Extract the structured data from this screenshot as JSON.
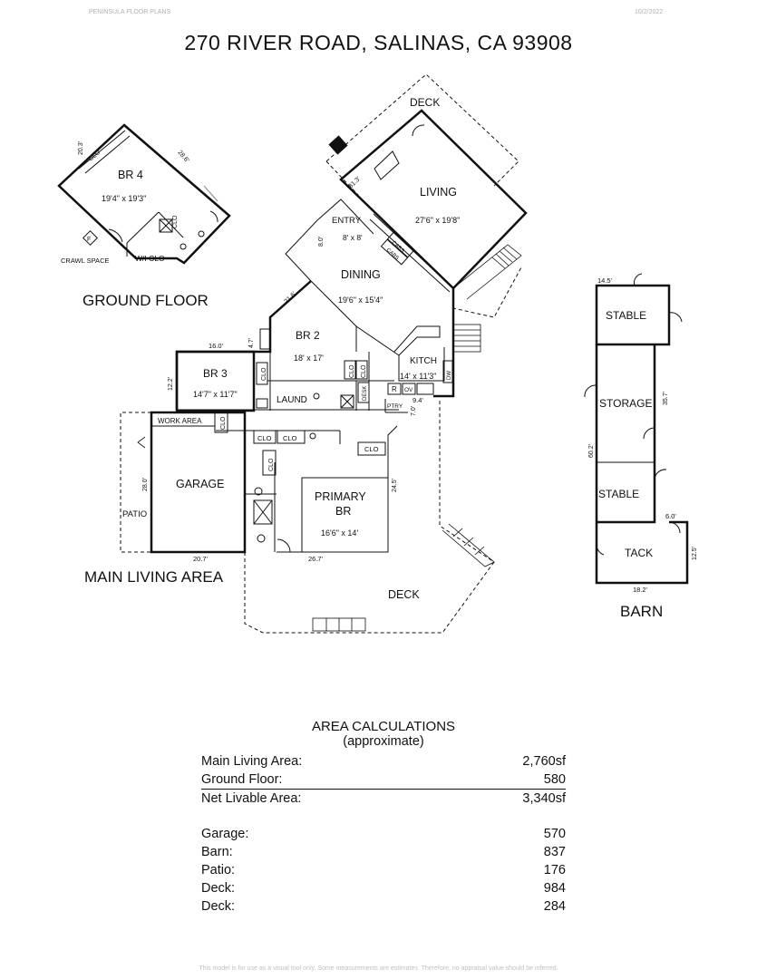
{
  "header": {
    "company": "PENINSULA FLOOR PLANS",
    "date": "10/2/2022",
    "title": "270 RIVER ROAD, SALINAS, CA  93908"
  },
  "plan": {
    "ground_floor": {
      "label": "GROUND FLOOR",
      "room_name": "BR 4",
      "room_dims": "19'4\" x 19'3\"",
      "clo1": "CLO",
      "clo2": "CLO",
      "wi_clo": "W/I CLO",
      "crawl": "CRAWL SPACE",
      "f_symbol": "F",
      "dim_top": "20.3'",
      "dim_right": "28.6'"
    },
    "main": {
      "label": "MAIN LIVING AREA",
      "deck_top": "DECK",
      "living": "LIVING",
      "living_dims": "27'6\" x 19'8\"",
      "dim_313": "31.3'",
      "entry": "ENTRY",
      "entry_dims": "8' x 8'",
      "dim_80": "8.0'",
      "cabs1": "CABS",
      "cabs2": "CABS",
      "dining": "DINING",
      "dining_dims": "19'6\" x 15'4\"",
      "dim_216": "21.6'",
      "br2": "BR 2",
      "br2_dims": "18' x 17'",
      "dim_47": "4.7'",
      "dim_160": "16.0'",
      "br3": "BR 3",
      "br3_dims": "14'7\" x 11'7\"",
      "dim_122": "12.2'",
      "clo_br3": "CLO",
      "clo_br2a": "CLO",
      "clo_br2b": "CLO",
      "laund": "LAUND",
      "desk": "DESK",
      "kitch": "KITCH",
      "kitch_dims": "14' x 11'3\"",
      "r": "R",
      "ov": "OV",
      "dw": "DW",
      "ptry": "PTRY",
      "dim_94": "9.4'",
      "dim_70": "7.0'",
      "work_area": "WORK AREA",
      "clo_wa": "CLO",
      "clo_h1": "CLO",
      "clo_h2": "CLO",
      "clo_h3": "CLO",
      "clo_v": "CLO",
      "garage": "GARAGE",
      "dim_280": "28.0'",
      "patio": "PATIO",
      "dim_207": "20.7'",
      "primary": "PRIMARY",
      "br": "BR",
      "primary_dims": "16'6\" x 14'",
      "dim_245": "24.5'",
      "dim_267": "26.7'",
      "deck_bottom": "DECK"
    },
    "barn": {
      "label": "BARN",
      "stable1": "STABLE",
      "storage": "STORAGE",
      "stable2": "STABLE",
      "tack": "TACK",
      "dim_145": "14.5'",
      "dim_357": "35.7'",
      "dim_602": "60.2'",
      "dim_60": "6.0'",
      "dim_125": "12.5'",
      "dim_182": "18.2'"
    }
  },
  "area_calculations": {
    "title": "AREA CALCULATIONS",
    "subtitle": "(approximate)",
    "rows": [
      {
        "label": "Main Living Area:",
        "value": "2,760sf"
      },
      {
        "label": "Ground Floor:",
        "value": "580"
      },
      {
        "label": "Net Livable Area:",
        "value": "3,340sf"
      },
      {
        "label": "Garage:",
        "value": "570"
      },
      {
        "label": "Barn:",
        "value": "837"
      },
      {
        "label": "Patio:",
        "value": "176"
      },
      {
        "label": "Deck:",
        "value": "984"
      },
      {
        "label": "Deck:",
        "value": "284"
      }
    ]
  },
  "footer": {
    "disclaimer": "This model is for use as a visual tool only. Some measurements are estimates. Therefore, no appraisal value should be inferred."
  }
}
